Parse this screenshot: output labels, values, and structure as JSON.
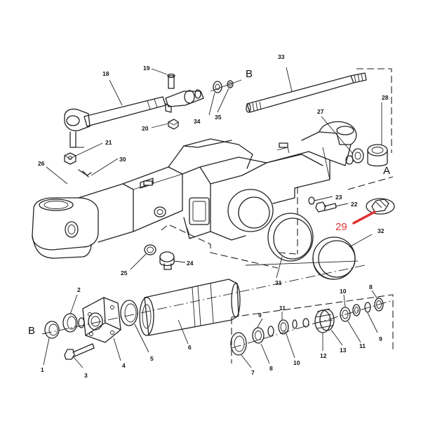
{
  "callouts": [
    {
      "id": "1",
      "text": "1"
    },
    {
      "id": "2",
      "text": "2"
    },
    {
      "id": "3",
      "text": "3"
    },
    {
      "id": "4",
      "text": "4"
    },
    {
      "id": "5",
      "text": "5"
    },
    {
      "id": "6",
      "text": "6"
    },
    {
      "id": "7",
      "text": "7"
    },
    {
      "id": "8a",
      "text": "8"
    },
    {
      "id": "8b",
      "text": "8"
    },
    {
      "id": "9a",
      "text": "9"
    },
    {
      "id": "9b",
      "text": "9"
    },
    {
      "id": "10a",
      "text": "10"
    },
    {
      "id": "10b",
      "text": "10"
    },
    {
      "id": "11a",
      "text": "11"
    },
    {
      "id": "11b",
      "text": "11"
    },
    {
      "id": "12",
      "text": "12"
    },
    {
      "id": "13",
      "text": "13"
    },
    {
      "id": "18",
      "text": "18"
    },
    {
      "id": "19",
      "text": "19"
    },
    {
      "id": "20",
      "text": "20"
    },
    {
      "id": "21",
      "text": "21"
    },
    {
      "id": "22",
      "text": "22"
    },
    {
      "id": "23",
      "text": "23"
    },
    {
      "id": "24",
      "text": "24"
    },
    {
      "id": "25",
      "text": "25"
    },
    {
      "id": "26",
      "text": "26"
    },
    {
      "id": "27",
      "text": "27"
    },
    {
      "id": "28",
      "text": "28"
    },
    {
      "id": "30",
      "text": "30"
    },
    {
      "id": "31",
      "text": "31"
    },
    {
      "id": "32",
      "text": "32"
    },
    {
      "id": "33",
      "text": "33"
    },
    {
      "id": "34",
      "text": "34"
    },
    {
      "id": "35",
      "text": "35"
    }
  ],
  "letters": {
    "b_top": "B",
    "b_left": "B",
    "a_right": "A"
  },
  "highlight": {
    "label": "29",
    "color": "#e03232"
  }
}
